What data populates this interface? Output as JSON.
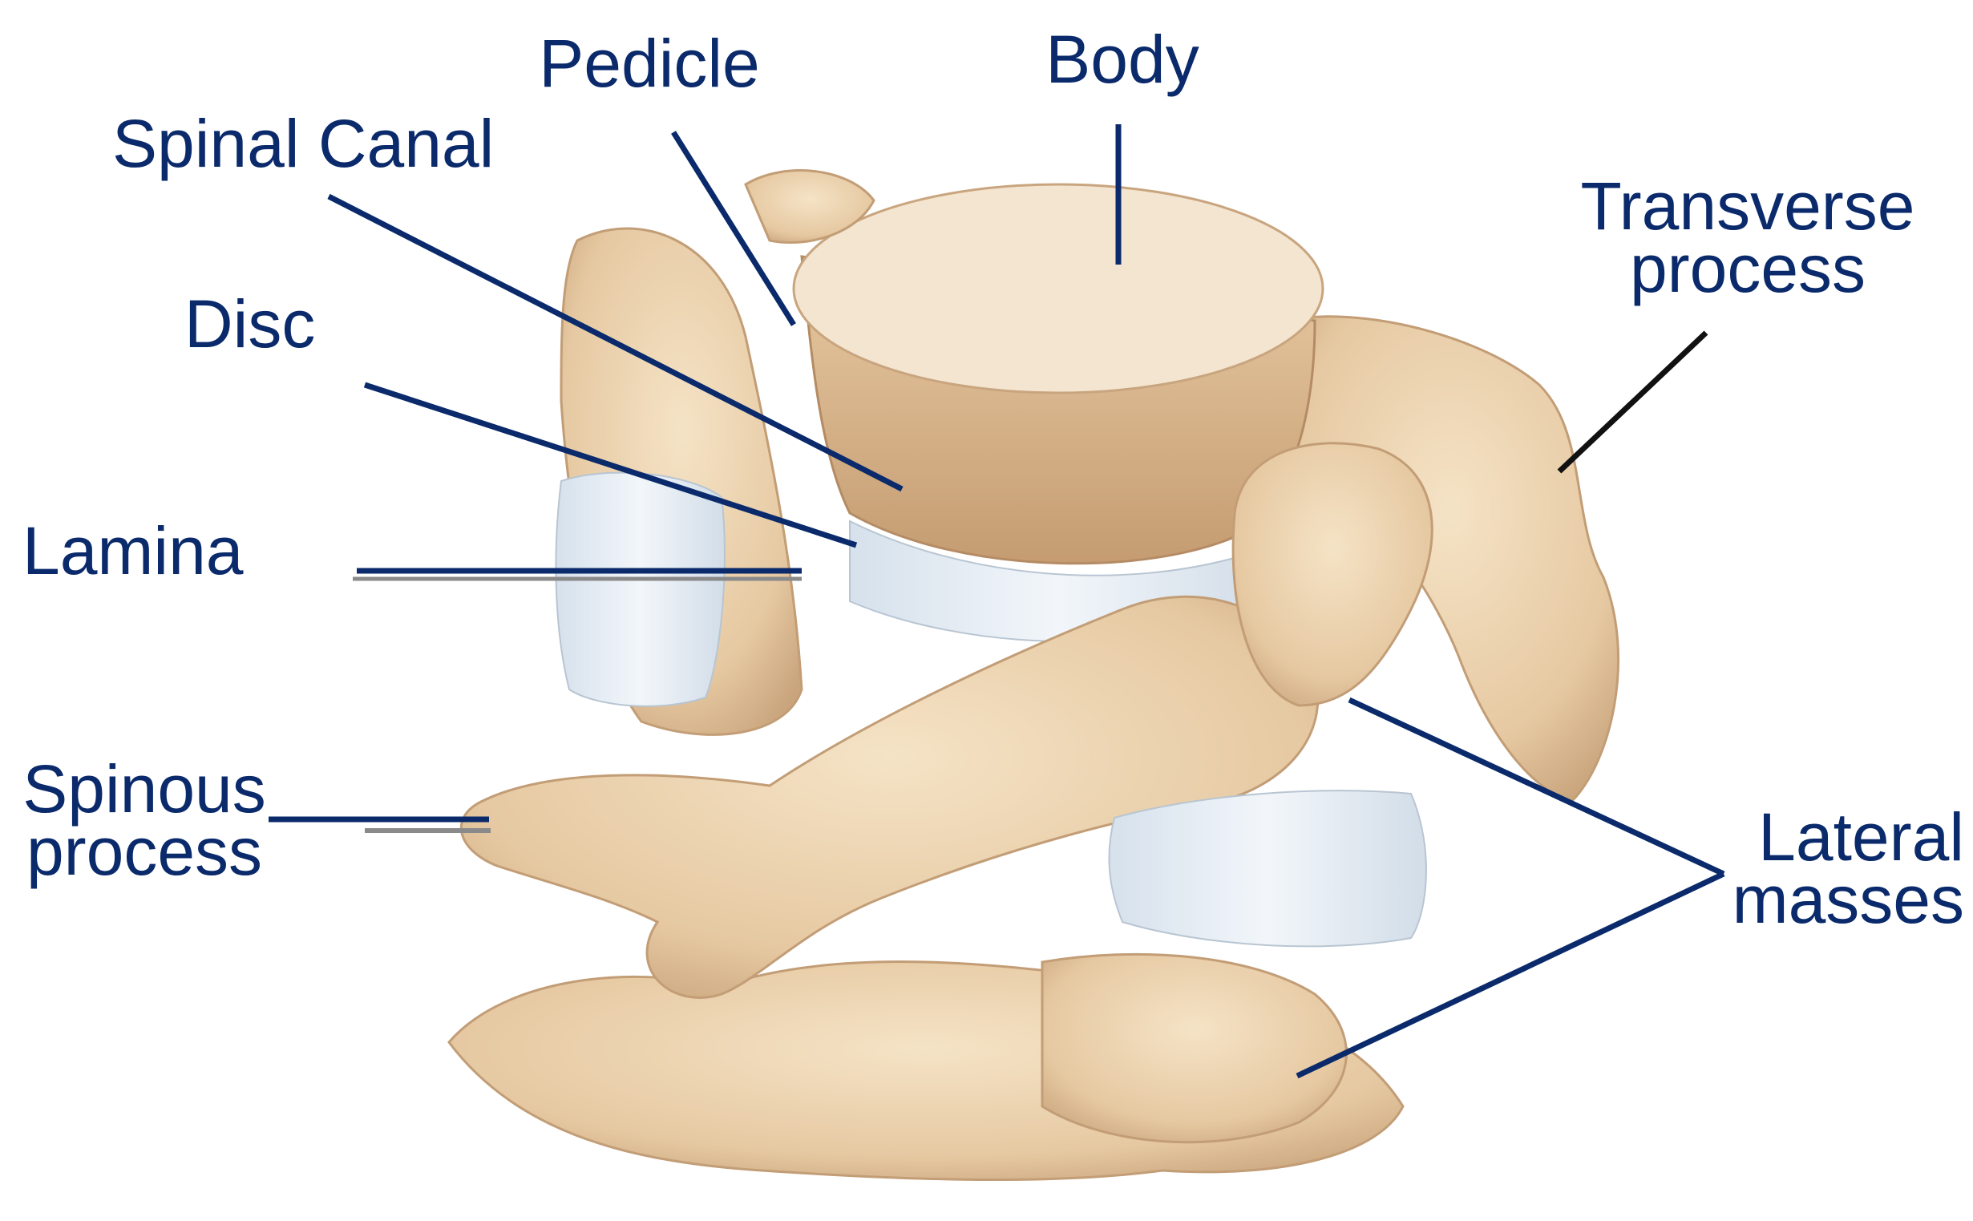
{
  "labels": {
    "pedicle": "Pedicle",
    "body": "Body",
    "spinal_canal": "Spinal Canal",
    "transverse_process_line1": "Transverse",
    "transverse_process_line2": "process",
    "disc": "Disc",
    "lamina": "Lamina",
    "spinous_process_line1": "Spinous",
    "spinous_process_line2": "process",
    "lateral_masses_line1": "Lateral",
    "lateral_masses_line2": "masses"
  },
  "colors": {
    "label_text": "#0a2a6b",
    "leader_line": "#0a2a6b",
    "bone": "#ead2ae",
    "bone_shadow": "#c9a882",
    "bone_dark": "#b08a66",
    "disc": "#e3ebf2",
    "background": "#ffffff"
  }
}
